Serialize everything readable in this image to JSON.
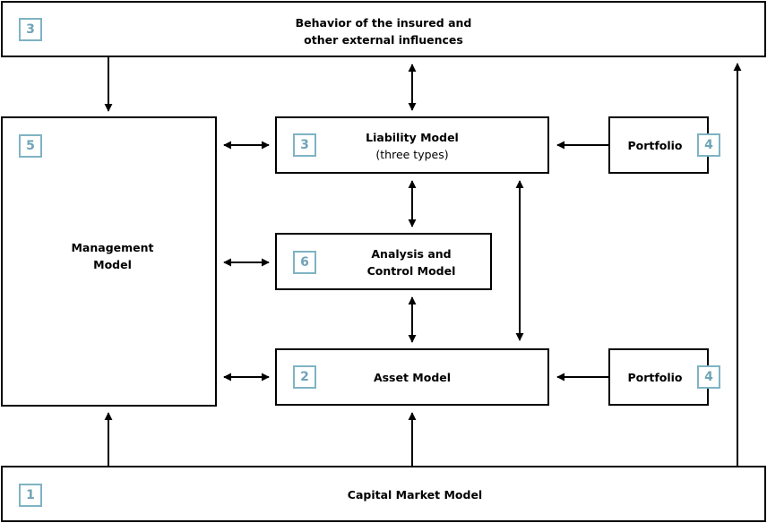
{
  "boxes": {
    "behavior": {
      "line1": "Behavior of the insured and",
      "line2": "other external influences",
      "badge": "3"
    },
    "management": {
      "line1": "Management",
      "line2": "Model",
      "badge": "5"
    },
    "liability": {
      "line1": "Liability Model",
      "line2": "(three types)",
      "badge": "3"
    },
    "analysis": {
      "line1": "Analysis and",
      "line2": "Control Model",
      "badge": "6"
    },
    "asset": {
      "line1": "Asset Model",
      "badge": "2"
    },
    "portfolio_top": {
      "line1": "Portfolio",
      "badge": "4"
    },
    "portfolio_bottom": {
      "line1": "Portfolio",
      "badge": "4"
    },
    "capital": {
      "line1": "Capital Market Model",
      "badge": "1"
    }
  },
  "colors": {
    "badge_border": "#7fb3c4",
    "badge_text": "#6fa4b5",
    "line": "#000000"
  }
}
